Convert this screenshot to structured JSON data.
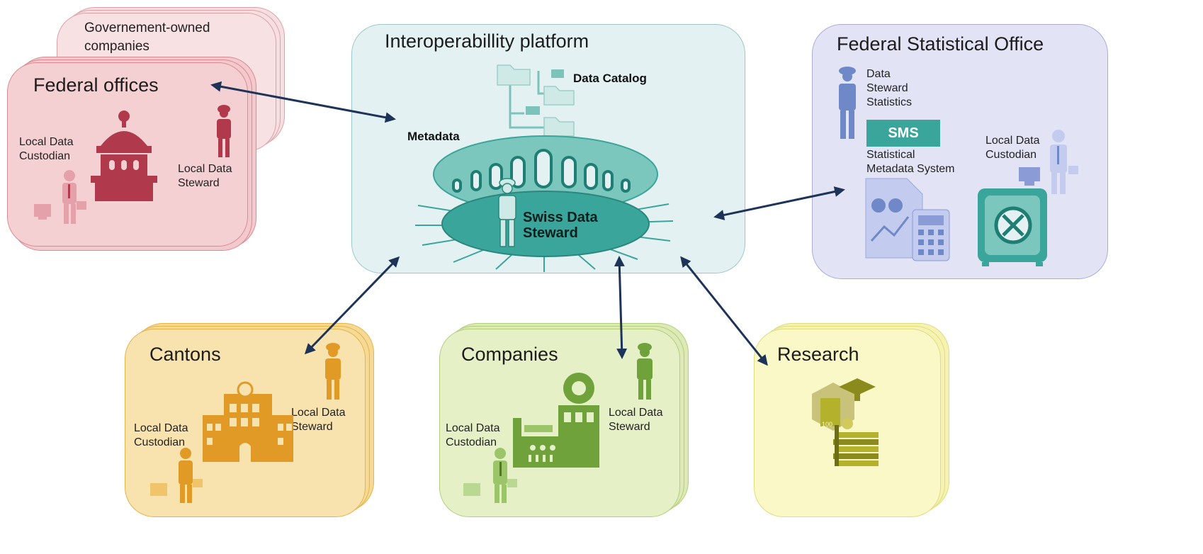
{
  "platform": {
    "title": "Interoperabillity platform",
    "data_catalog": "Data Catalog",
    "metadata": "Metadata",
    "swiss_data_steward_line1": "Swiss Data",
    "swiss_data_steward_line2": "Steward"
  },
  "gov_companies": {
    "title_line1": "Governement-owned",
    "title_line2": "companies"
  },
  "federal_offices": {
    "title": "Federal offices",
    "custodian_line1": "Local Data",
    "custodian_line2": "Custodian",
    "steward_line1": "Local Data",
    "steward_line2": "Steward"
  },
  "fso": {
    "title": "Federal Statistical Office",
    "steward_line1": "Data",
    "steward_line2": "Steward",
    "steward_line3": "Statistics",
    "sms": "SMS",
    "sms_line1": "Statistical",
    "sms_line2": "Metadata System",
    "custodian_line1": "Local Data",
    "custodian_line2": "Custodian"
  },
  "cantons": {
    "title": "Cantons",
    "steward_line1": "Local Data",
    "steward_line2": "Steward",
    "custodian_line1": "Local Data",
    "custodian_line2": "Custodian"
  },
  "companies": {
    "title": "Companies",
    "steward_line1": "Local Data",
    "steward_line2": "Steward",
    "custodian_line1": "Local Data",
    "custodian_line2": "Custodian"
  },
  "research": {
    "title": "Research",
    "book_label": "100"
  },
  "colors": {
    "federal": "#f5d0d3",
    "federal_border": "#d98b93",
    "federal_icon": "#b03a4b",
    "platform": "#e4f1f2",
    "platform_border": "#9cc8c8",
    "teal": "#3aa59a",
    "fso": "#e2e4f6",
    "fso_border": "#a9acd8",
    "fso_icon": "#6f88c8",
    "cantons": "#f8e2ae",
    "cantons_border": "#e3b54a",
    "cantons_icon": "#e29a27",
    "companies": "#e5f0c7",
    "companies_border": "#b3cf7a",
    "companies_icon": "#6fa23b",
    "research": "#faf8c6",
    "research_border": "#dedc7c",
    "arrow": "#1d3358"
  }
}
